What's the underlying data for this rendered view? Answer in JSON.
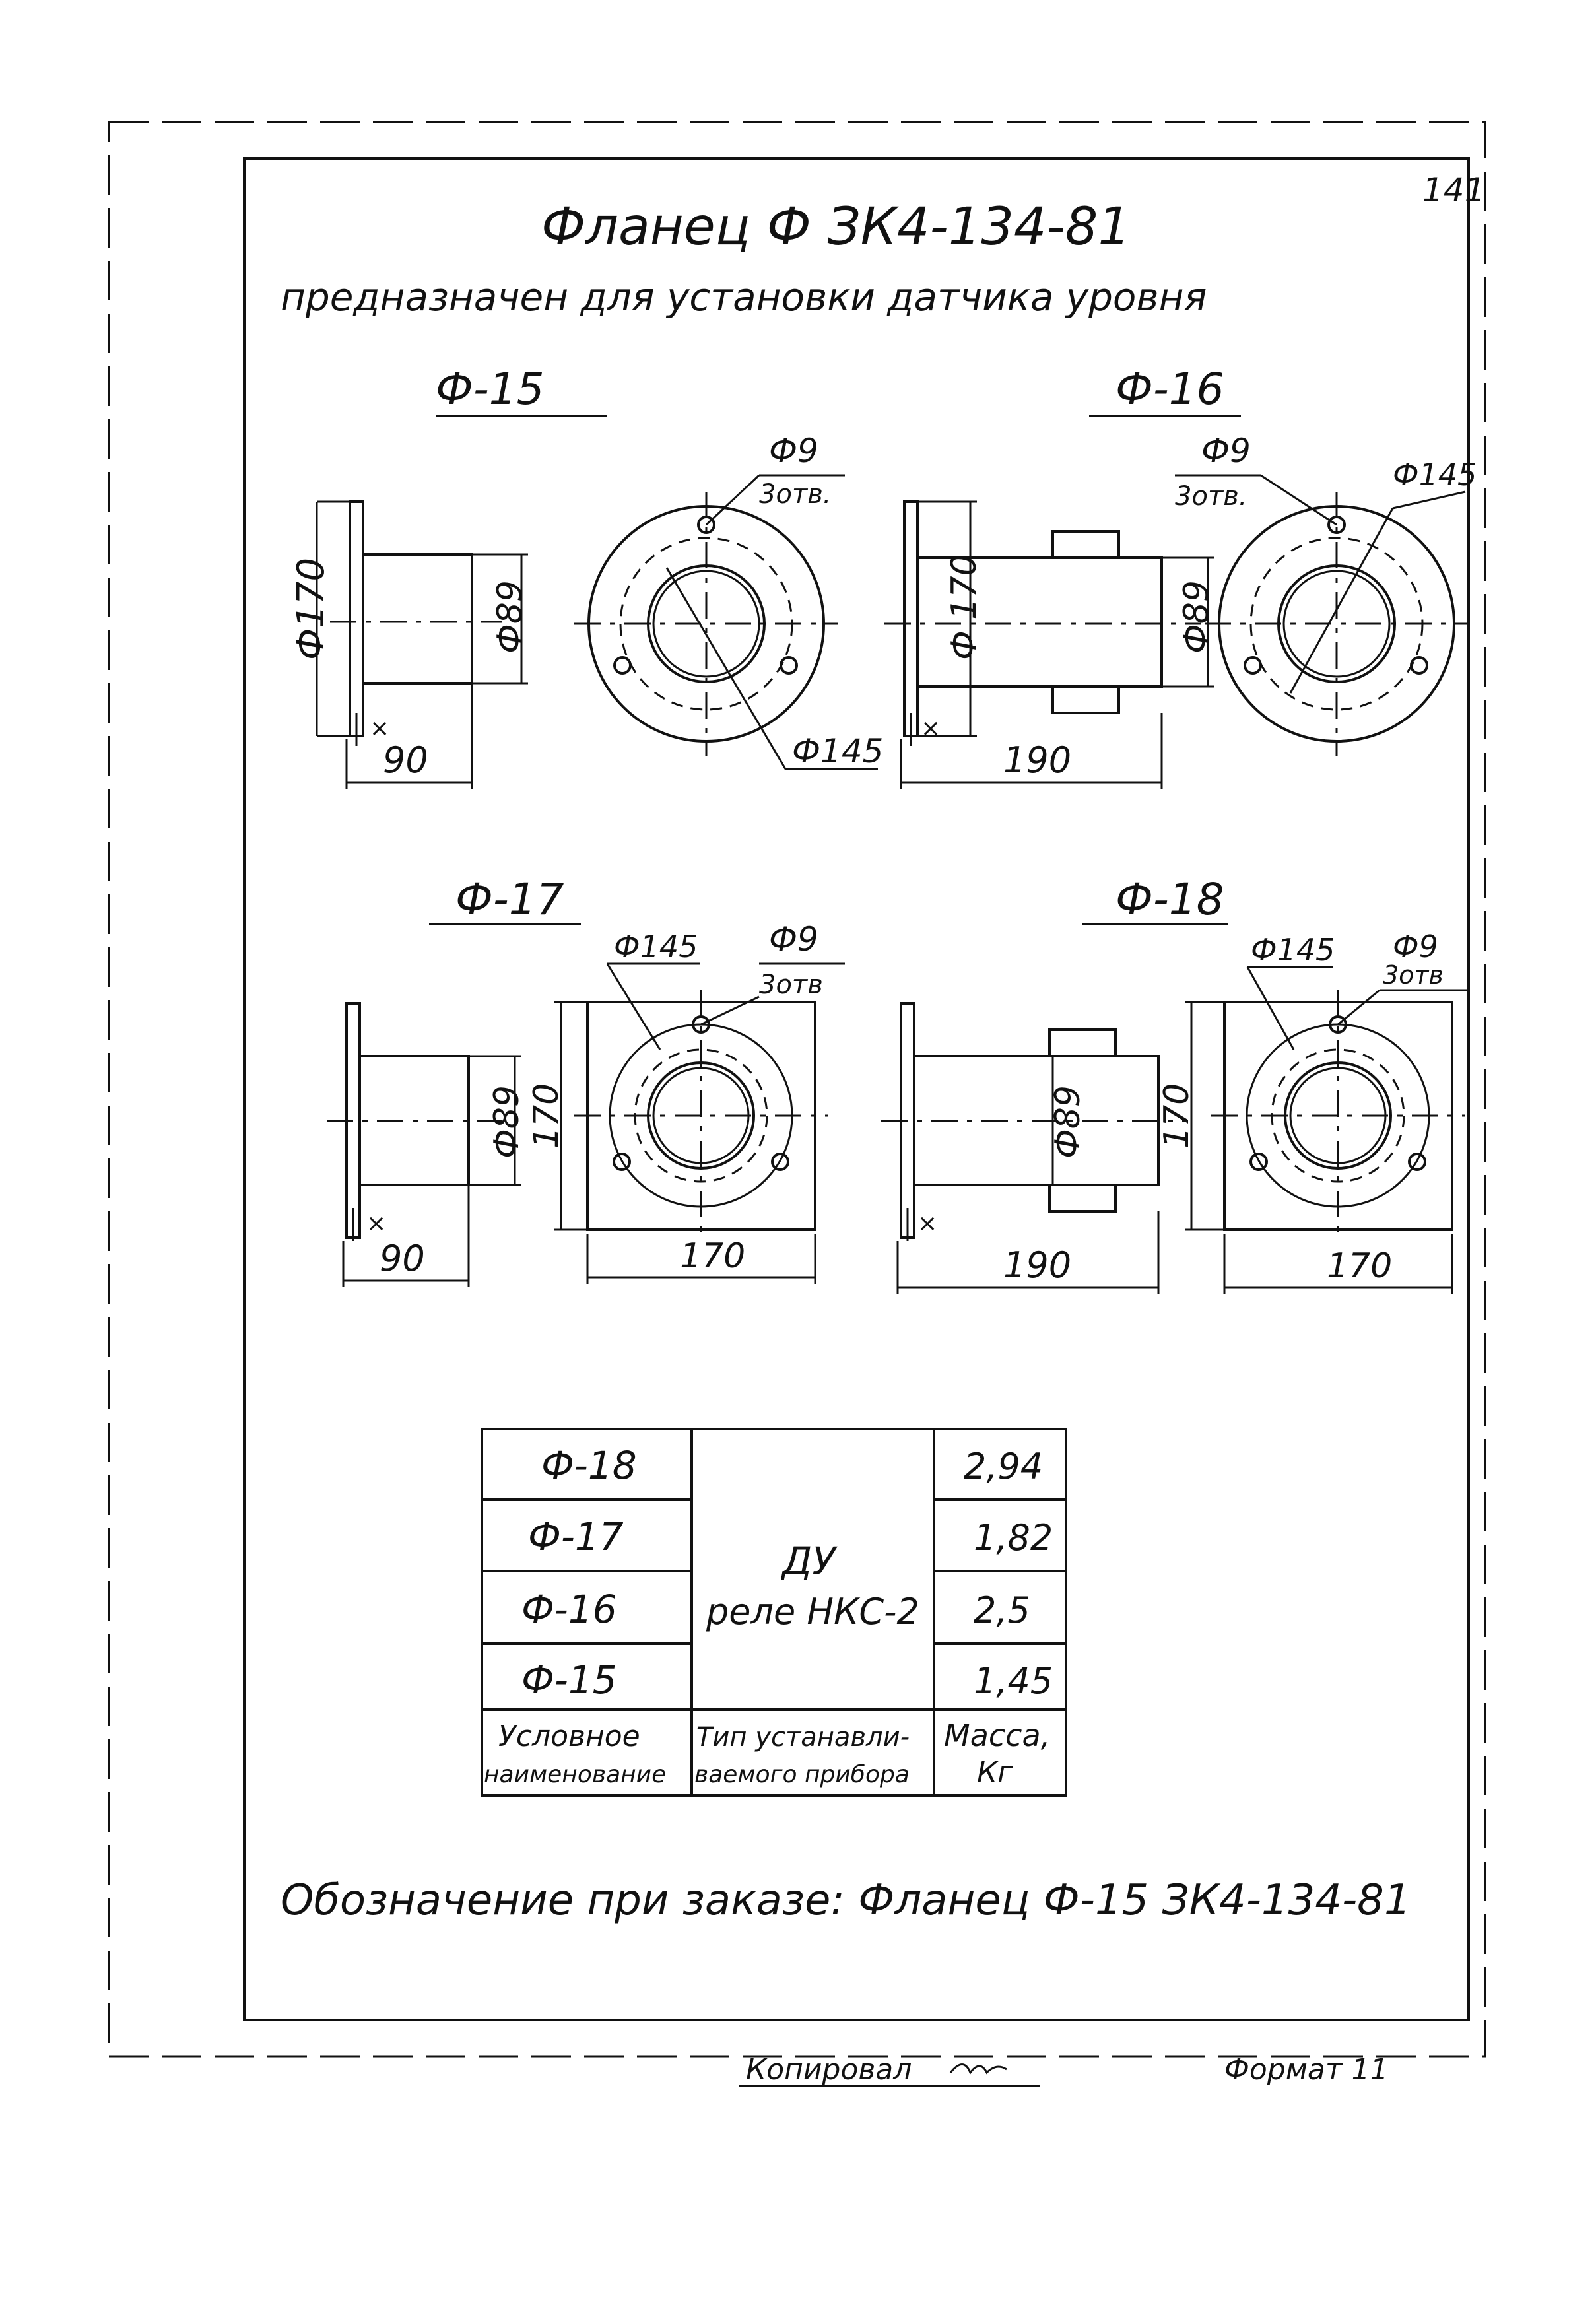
{
  "page_number": "141",
  "title": "Фланец Ф   ЗК4-134-81",
  "subtitle": "предназначен для установки датчика уровня",
  "views": {
    "f15": {
      "label": "Ф-15",
      "d_flange": "Ф170",
      "d_pipe": "Ф89",
      "length": "90",
      "bolt_circle": "Ф145",
      "holes": "Ф9",
      "holes_count": "3отв."
    },
    "f16": {
      "label": "Ф-16",
      "d_flange": "Ф 170",
      "d_pipe": "Ф89",
      "length": "190",
      "bolt_circle": "Ф145",
      "holes": "Ф9",
      "holes_count": "3отв."
    },
    "f17": {
      "label": "Ф-17",
      "side": "170",
      "d_pipe": "Ф89",
      "length": "90",
      "width": "170",
      "bolt_circle": "Ф145",
      "holes": "Ф9",
      "holes_count": "3отв"
    },
    "f18": {
      "label": "Ф-18",
      "side": "170",
      "d_pipe": "Ф89",
      "length": "190",
      "width": "170",
      "bolt_circle": "Ф145",
      "holes": "Ф9",
      "holes_count": "3отв"
    }
  },
  "table": {
    "rows": [
      {
        "name": "Ф-18",
        "mass": "2,94"
      },
      {
        "name": "Ф-17",
        "mass": "1,82"
      },
      {
        "name": "Ф-16",
        "mass": "2,5"
      },
      {
        "name": "Ф-15",
        "mass": "1,45"
      }
    ],
    "device_line1": "ДУ",
    "device_line2": "реле НКС-2",
    "header": {
      "name_line1": "Условное",
      "name_line2": "наименование",
      "type_line1": "Тип устанавли-",
      "type_line2": "ваемого прибора",
      "mass_line1": "Масса,",
      "mass_line2": "Кг"
    }
  },
  "order_note": "Обозначение при заказе: Фланец Ф-15 ЗК4-134-81",
  "footer": {
    "copied": "Копировал",
    "format": "Формат 11"
  }
}
